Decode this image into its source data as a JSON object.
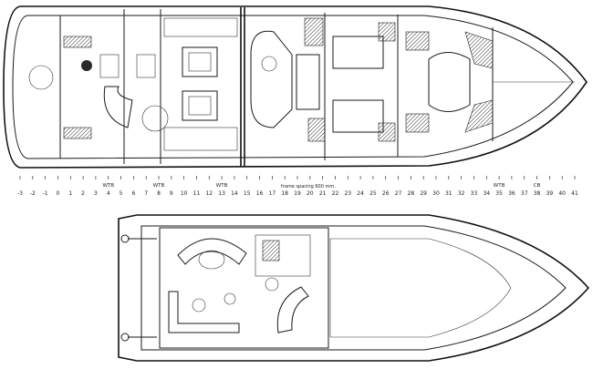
{
  "scale": {
    "frames": [
      "-3",
      "-2",
      "-1",
      "0",
      "1",
      "2",
      "3",
      "4",
      "5",
      "6",
      "7",
      "8",
      "9",
      "10",
      "11",
      "12",
      "13",
      "14",
      "15",
      "16",
      "17",
      "18",
      "19",
      "20",
      "21",
      "22",
      "23",
      "24",
      "25",
      "26",
      "27",
      "28",
      "29",
      "30",
      "31",
      "32",
      "33",
      "34",
      "35",
      "36",
      "37",
      "38",
      "39",
      "40",
      "41"
    ],
    "markers": [
      {
        "label": "WTB",
        "frame": 4
      },
      {
        "label": "WTB",
        "frame": 8
      },
      {
        "label": "WTB",
        "frame": 13
      },
      {
        "label": "WTB",
        "frame": 35
      },
      {
        "label": "CB",
        "frame": 38
      }
    ],
    "note": "frame spacing 600 mm."
  }
}
